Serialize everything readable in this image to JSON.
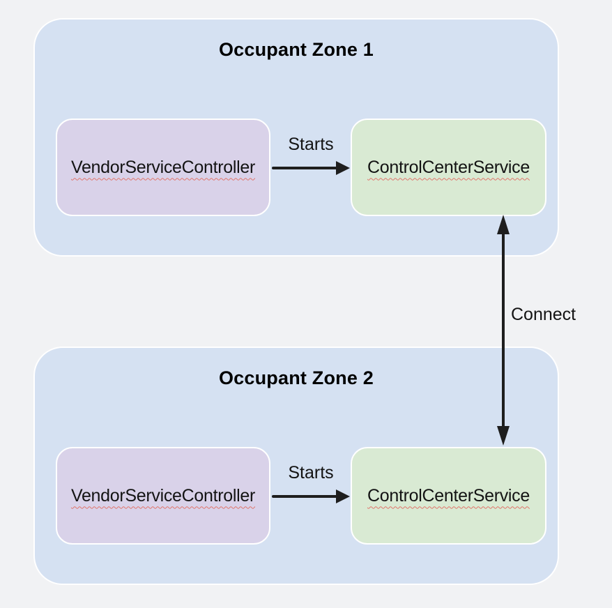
{
  "diagram": {
    "type": "component-architecture-diagram",
    "connect_label": "Connect",
    "zones": [
      {
        "title": "Occupant Zone 1",
        "arrow_label": "Starts",
        "boxes": [
          {
            "id": "vendor-service-controller",
            "label": "VendorServiceController"
          },
          {
            "id": "control-center-service",
            "label": "ControlCenterService"
          }
        ]
      },
      {
        "title": "Occupant Zone 2",
        "arrow_label": "Starts",
        "boxes": [
          {
            "id": "vendor-service-controller",
            "label": "VendorServiceController"
          },
          {
            "id": "control-center-service",
            "label": "ControlCenterService"
          }
        ]
      }
    ],
    "relationships": [
      {
        "from": "VendorServiceController (Zone 1)",
        "to": "ControlCenterService (Zone 1)",
        "label": "Starts",
        "direction": "one-way"
      },
      {
        "from": "VendorServiceController (Zone 2)",
        "to": "ControlCenterService (Zone 2)",
        "label": "Starts",
        "direction": "one-way"
      },
      {
        "from": "ControlCenterService (Zone 1)",
        "to": "ControlCenterService (Zone 2)",
        "label": "Connect",
        "direction": "two-way"
      }
    ],
    "colors": {
      "page_background": "#f1f2f4",
      "zone_fill": "#d5e1f2",
      "vendor_box_fill": "#d9d2e9",
      "control_box_fill": "#d9ead3",
      "shape_border": "#ffffff",
      "arrow": "#1e1e1e",
      "text": "#131313",
      "spellcheck_underline": "#e0756b"
    }
  }
}
